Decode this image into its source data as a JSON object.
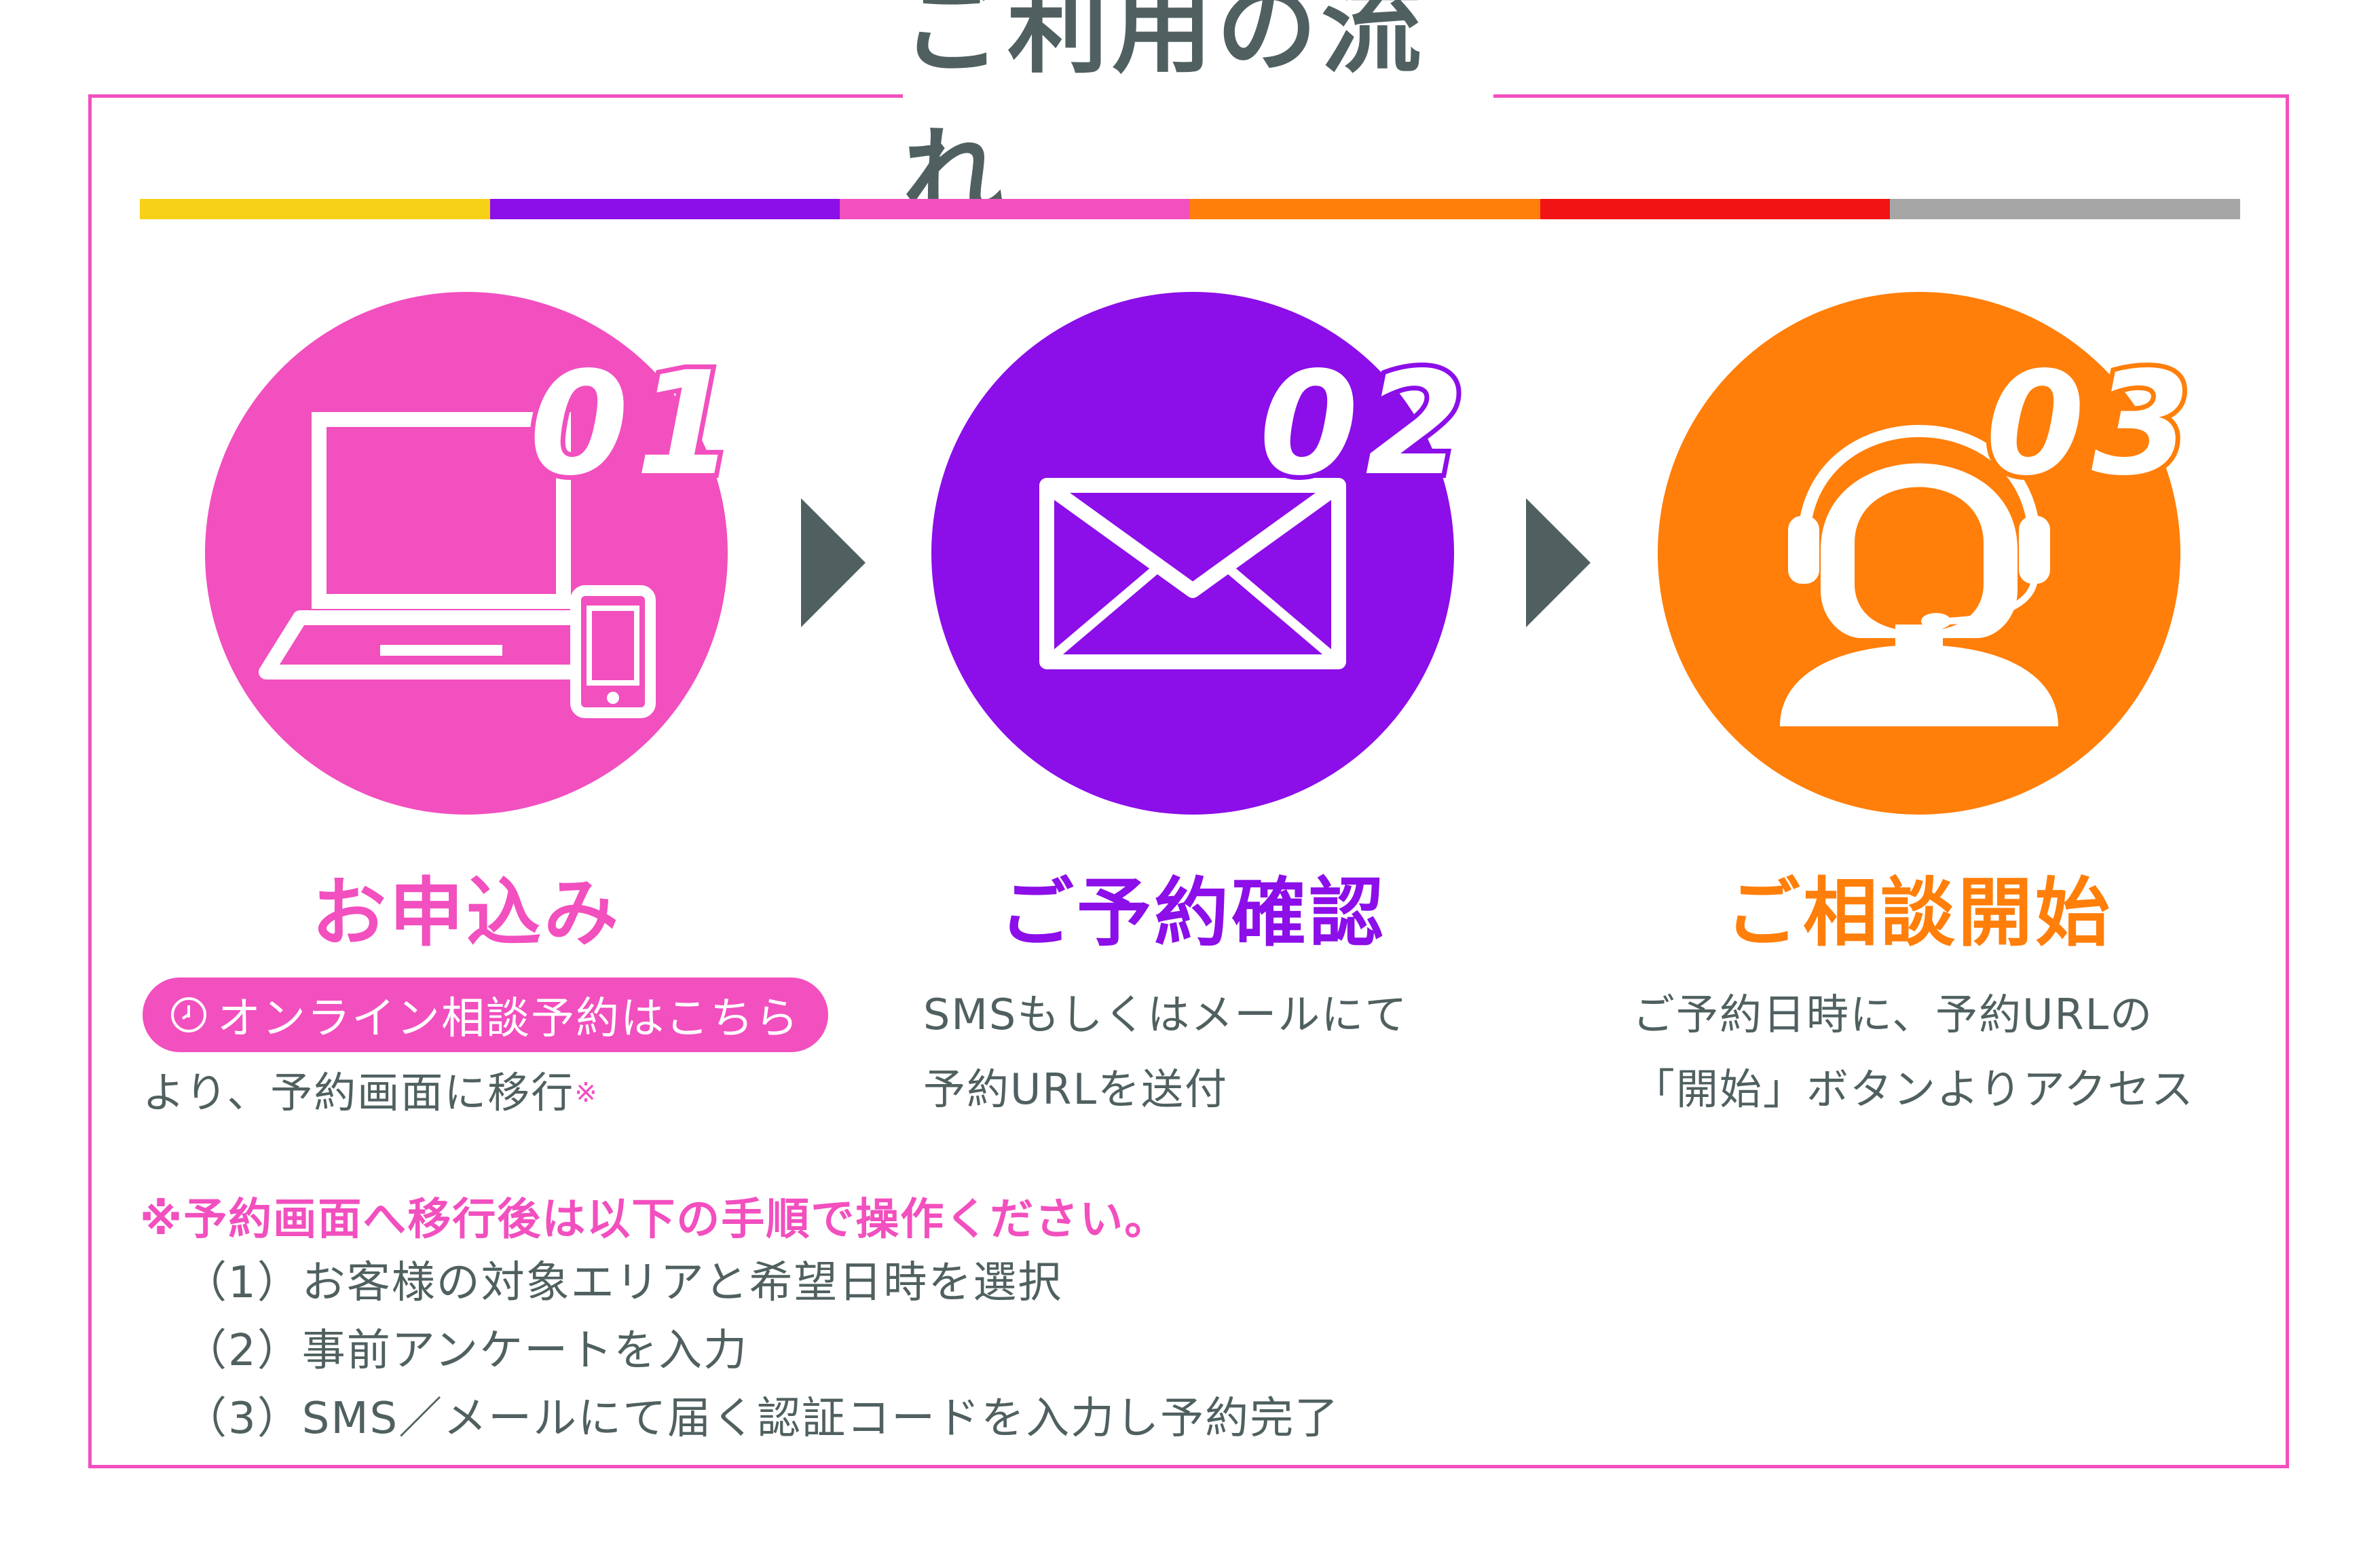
{
  "title": "ご利用の流れ",
  "colorbar": [
    "#f7d117",
    "#8c0ee8",
    "#f24fbf",
    "#ff7f0a",
    "#f21414",
    "#a6a6a6"
  ],
  "colors": {
    "pink": "#f24fbf",
    "purple": "#8c0ee8",
    "orange": "#ff7f0a",
    "gray": "#506060"
  },
  "steps": [
    {
      "num": "01",
      "title": "お申込み",
      "icon": "laptop-smartphone-icon"
    },
    {
      "num": "02",
      "title": "ご予約確認",
      "icon": "envelope-icon"
    },
    {
      "num": "03",
      "title": "ご相談開始",
      "icon": "headset-operator-icon"
    }
  ],
  "step1": {
    "pill_label": "オンライン相談予約はこちら",
    "desc_line": "より、予約画面に移行",
    "mark": "※"
  },
  "step2": {
    "desc": [
      "SMSもしくはメールにて",
      "予約URLを送付"
    ]
  },
  "step3": {
    "desc": [
      "ご予約日時に、予約URLの",
      "「開始」ボタンよりアクセス"
    ]
  },
  "note": {
    "head": "※予約画面へ移行後は以下の手順で操作ください。",
    "items": [
      "（1）お客様の対象エリアと希望日時を選択",
      "（2）事前アンケートを入力",
      "（3）SMS／メールにて届く認証コードを入力し予約完了"
    ]
  }
}
